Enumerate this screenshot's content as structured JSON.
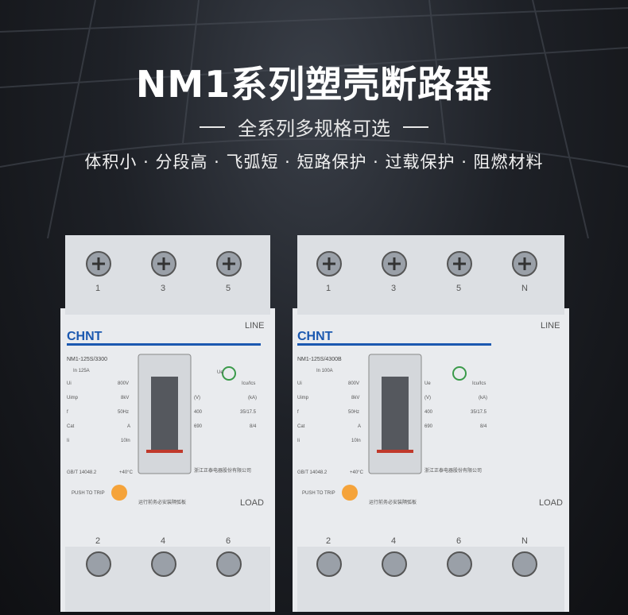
{
  "title": "NM1系列塑壳断路器",
  "subtitle": "全系列多规格可选",
  "features": "体积小 · 分段高 · 飞弧短 · 短路保护 · 过载保护 · 阻燃材料",
  "breakers": [
    {
      "brand": "CHNT",
      "model": "NM1-125S/3300",
      "rated_current": "In  125A",
      "line_label": "LINE",
      "load_label": "LOAD",
      "push_to_trip": "PUSH TO TRIP",
      "standard": "GB/T 14048.2",
      "temp": "+40°C",
      "top_terminals": [
        "1",
        "3",
        "5"
      ],
      "bottom_terminals": [
        "2",
        "4",
        "6"
      ],
      "specs_left": [
        [
          "Ui",
          "800V"
        ],
        [
          "Uimp",
          "8kV"
        ],
        [
          "f",
          "50Hz"
        ],
        [
          "Cat",
          "A"
        ],
        [
          "Ii",
          "10In"
        ]
      ],
      "specs_right": [
        [
          "Ue",
          "Icu/Ics"
        ],
        [
          "(V)",
          "(kA)"
        ],
        [
          "400",
          "35/17.5"
        ],
        [
          "690",
          "8/4"
        ]
      ],
      "maker": "浙江正泰电器股份有限公司",
      "warning": "运行前务必安装隔弧板"
    },
    {
      "brand": "CHNT",
      "model": "NM1-125S/4300B",
      "rated_current": "In  100A",
      "line_label": "LINE",
      "load_label": "LOAD",
      "push_to_trip": "PUSH TO TRIP",
      "standard": "GB/T 14048.2",
      "temp": "+40°C",
      "top_terminals": [
        "1",
        "3",
        "5",
        "N"
      ],
      "bottom_terminals": [
        "2",
        "4",
        "6",
        "N"
      ],
      "specs_left": [
        [
          "Ui",
          "800V"
        ],
        [
          "Uimp",
          "8kV"
        ],
        [
          "f",
          "50Hz"
        ],
        [
          "Cat",
          "A"
        ],
        [
          "Ii",
          "10In"
        ]
      ],
      "specs_right": [
        [
          "Ue",
          "Icu/Ics"
        ],
        [
          "(V)",
          "(kA)"
        ],
        [
          "400",
          "35/17.5"
        ],
        [
          "690",
          "8/4"
        ]
      ],
      "maker": "浙江正泰电器股份有限公司",
      "warning": "运行前务必安装隔弧板"
    }
  ],
  "colors": {
    "brand_blue": "#1b58b0",
    "button_orange": "#f5a33a",
    "body_white": "#e9ebee"
  }
}
